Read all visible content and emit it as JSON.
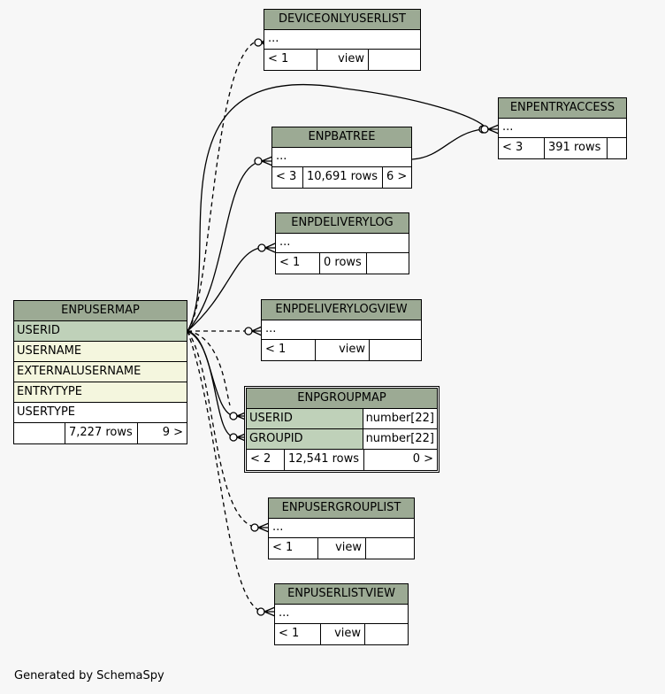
{
  "tables": {
    "enpusermap": {
      "name": "ENPUSERMAP",
      "columns": [
        "USERID",
        "USERNAME",
        "EXTERNALUSERNAME",
        "ENTRYTYPE",
        "USERTYPE"
      ],
      "parents": "",
      "rows": "7,227 rows",
      "children": "9 >"
    },
    "deviceonlyuserlist": {
      "name": "DEVICEONLYUSERLIST",
      "ellipsis": "...",
      "parents": "< 1",
      "rows": "view",
      "children": ""
    },
    "enpentryaccess": {
      "name": "ENPENTRYACCESS",
      "ellipsis": "...",
      "parents": "< 3",
      "rows": "391 rows",
      "children": ""
    },
    "enpbatree": {
      "name": "ENPBATREE",
      "ellipsis": "...",
      "parents": "< 3",
      "rows": "10,691 rows",
      "children": "6 >"
    },
    "enpdeliverylog": {
      "name": "ENPDELIVERYLOG",
      "ellipsis": "...",
      "parents": "< 1",
      "rows": "0 rows",
      "children": ""
    },
    "enpdeliverylogview": {
      "name": "ENPDELIVERYLOGVIEW",
      "ellipsis": "...",
      "parents": "< 1",
      "rows": "view",
      "children": ""
    },
    "enpgroupmap": {
      "name": "ENPGROUPMAP",
      "columns": [
        {
          "name": "USERID",
          "type": "number[22]"
        },
        {
          "name": "GROUPID",
          "type": "number[22]"
        }
      ],
      "parents": "< 2",
      "rows": "12,541 rows",
      "children": "0 >"
    },
    "enpusergrouplist": {
      "name": "ENPUSERGROUPLIST",
      "ellipsis": "...",
      "parents": "< 1",
      "rows": "view",
      "children": ""
    },
    "enpuserlistview": {
      "name": "ENPUSERLISTVIEW",
      "ellipsis": "...",
      "parents": "< 1",
      "rows": "view",
      "children": ""
    }
  },
  "footer": "Generated by SchemaSpy",
  "colors": {
    "background": "#f7f7f7",
    "header": "#9caa94",
    "primary_key": "#bfd1b9",
    "foreign_key": "#f4f6de"
  }
}
